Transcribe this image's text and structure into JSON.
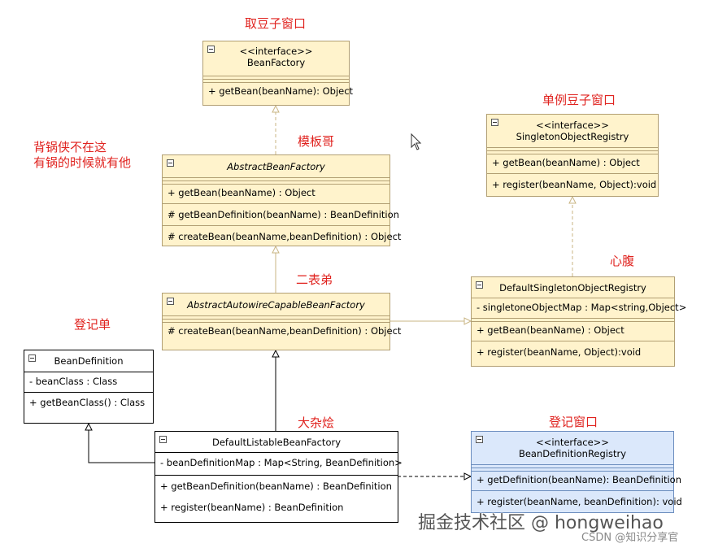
{
  "labels": {
    "fetch_window": "取豆子窗口",
    "singleton_window": "单例豆子窗口",
    "template_guy": "模板哥",
    "scapegoat_line1": "背锅侠不在这",
    "scapegoat_line2": "有锅的时候就有他",
    "cousin": "二表弟",
    "confidant": "心腹",
    "register_form": "登记单",
    "hodgepodge": "大杂烩",
    "register_window": "登记窗口"
  },
  "classes": {
    "bean_factory": {
      "stereotype": "<<interface>>",
      "name": "BeanFactory",
      "methods": [
        "+ getBean(beanName): Object"
      ]
    },
    "abstract_bean_factory": {
      "name": "AbstractBeanFactory",
      "methods": [
        "+ getBean(beanName) : Object",
        "# getBeanDefinition(beanName) : BeanDefinition",
        "# createBean(beanName,beanDefinition) : Object"
      ]
    },
    "singleton_object_registry": {
      "stereotype": "<<interface>>",
      "name": "SingletonObjectRegistry",
      "methods": [
        "+ getBean(beanName) : Object",
        "+ register(beanName, Object):void"
      ]
    },
    "abstract_autowire_capable_bean_factory": {
      "name": "AbstractAutowireCapableBeanFactory",
      "methods": [
        "# createBean(beanName,beanDefinition) : Object"
      ]
    },
    "default_singleton_object_registry": {
      "name": "DefaultSingletonObjectRegistry",
      "attributes": [
        "- singletoneObjectMap : Map<string,Object>"
      ],
      "methods": [
        "+ getBean(beanName) : Object",
        "+ register(beanName, Object):void"
      ]
    },
    "bean_definition": {
      "name": "BeanDefinition",
      "attributes": [
        "- beanClass : Class"
      ],
      "methods": [
        "+ getBeanClass() : Class"
      ]
    },
    "default_listable_bean_factory": {
      "name": "DefaultListableBeanFactory",
      "attributes": [
        "- beanDefinitionMap : Map<String, BeanDefinition>"
      ],
      "methods": [
        "+ getBeanDefinition(beanName) : BeanDefinition",
        "+ register(beanName) : BeanDefinition"
      ]
    },
    "bean_definition_registry": {
      "stereotype": "<<interface>>",
      "name": "BeanDefinitionRegistry",
      "methods": [
        "+ getDefinition(beanName): BeanDefinition",
        "+ register(beanName, beanDefinition): void"
      ]
    }
  },
  "watermark": {
    "main": "掘金技术社区 @ hongweihao",
    "sub": "CSDN @知识分享官"
  },
  "colors": {
    "class_fill": "#fff3cc",
    "class_border": "#b29f73",
    "interface_blue_fill": "#dbe8fb",
    "annotation_red": "#e0231f"
  }
}
